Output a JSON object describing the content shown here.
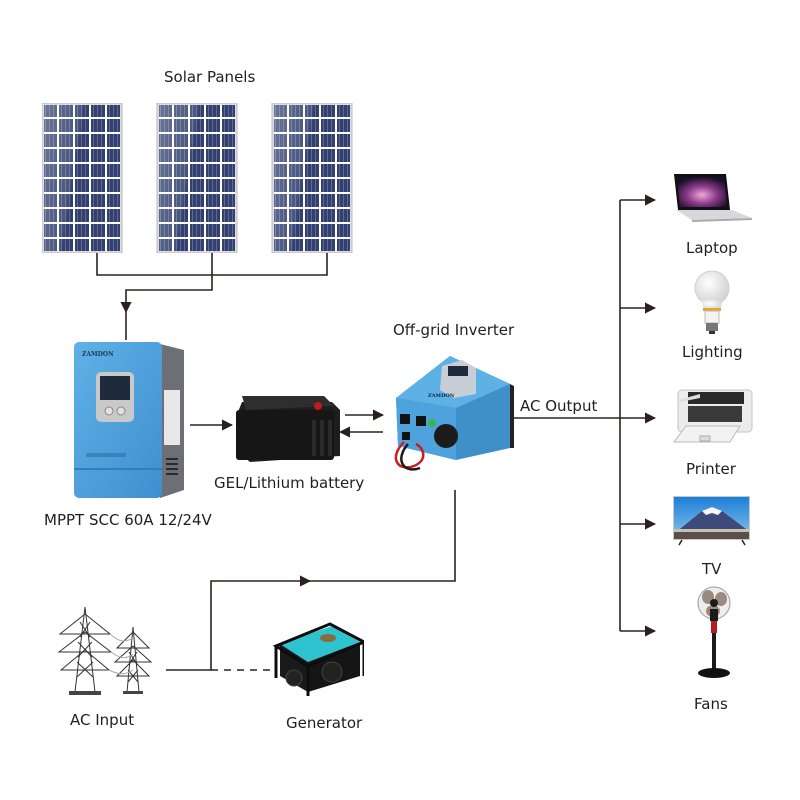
{
  "title": "Off-grid Solar Power System Diagram",
  "labels": {
    "solar_panels": "Solar Panels",
    "controller": "MPPT SCC 60A 12/24V",
    "battery": "GEL/Lithium battery",
    "inverter": "Off-grid Inverter",
    "ac_output": "AC Output",
    "ac_input": "AC Input",
    "generator": "Generator"
  },
  "brand": {
    "name": "ZAMDON",
    "controller_color": "#4a9fd8",
    "inverter_color": "#5aaee0",
    "generator_color": "#2ec4cf",
    "panel_color": "#2f3d6b"
  },
  "loads": [
    {
      "label": "Laptop",
      "icon": "laptop-icon"
    },
    {
      "label": "Lighting",
      "icon": "light-bulb-icon"
    },
    {
      "label": "Printer",
      "icon": "printer-icon"
    },
    {
      "label": "TV",
      "icon": "tv-icon"
    },
    {
      "label": "Fans",
      "icon": "fan-icon"
    }
  ],
  "panels": [
    {
      "name": "solar-panel-1"
    },
    {
      "name": "solar-panel-2"
    },
    {
      "name": "solar-panel-3"
    }
  ]
}
